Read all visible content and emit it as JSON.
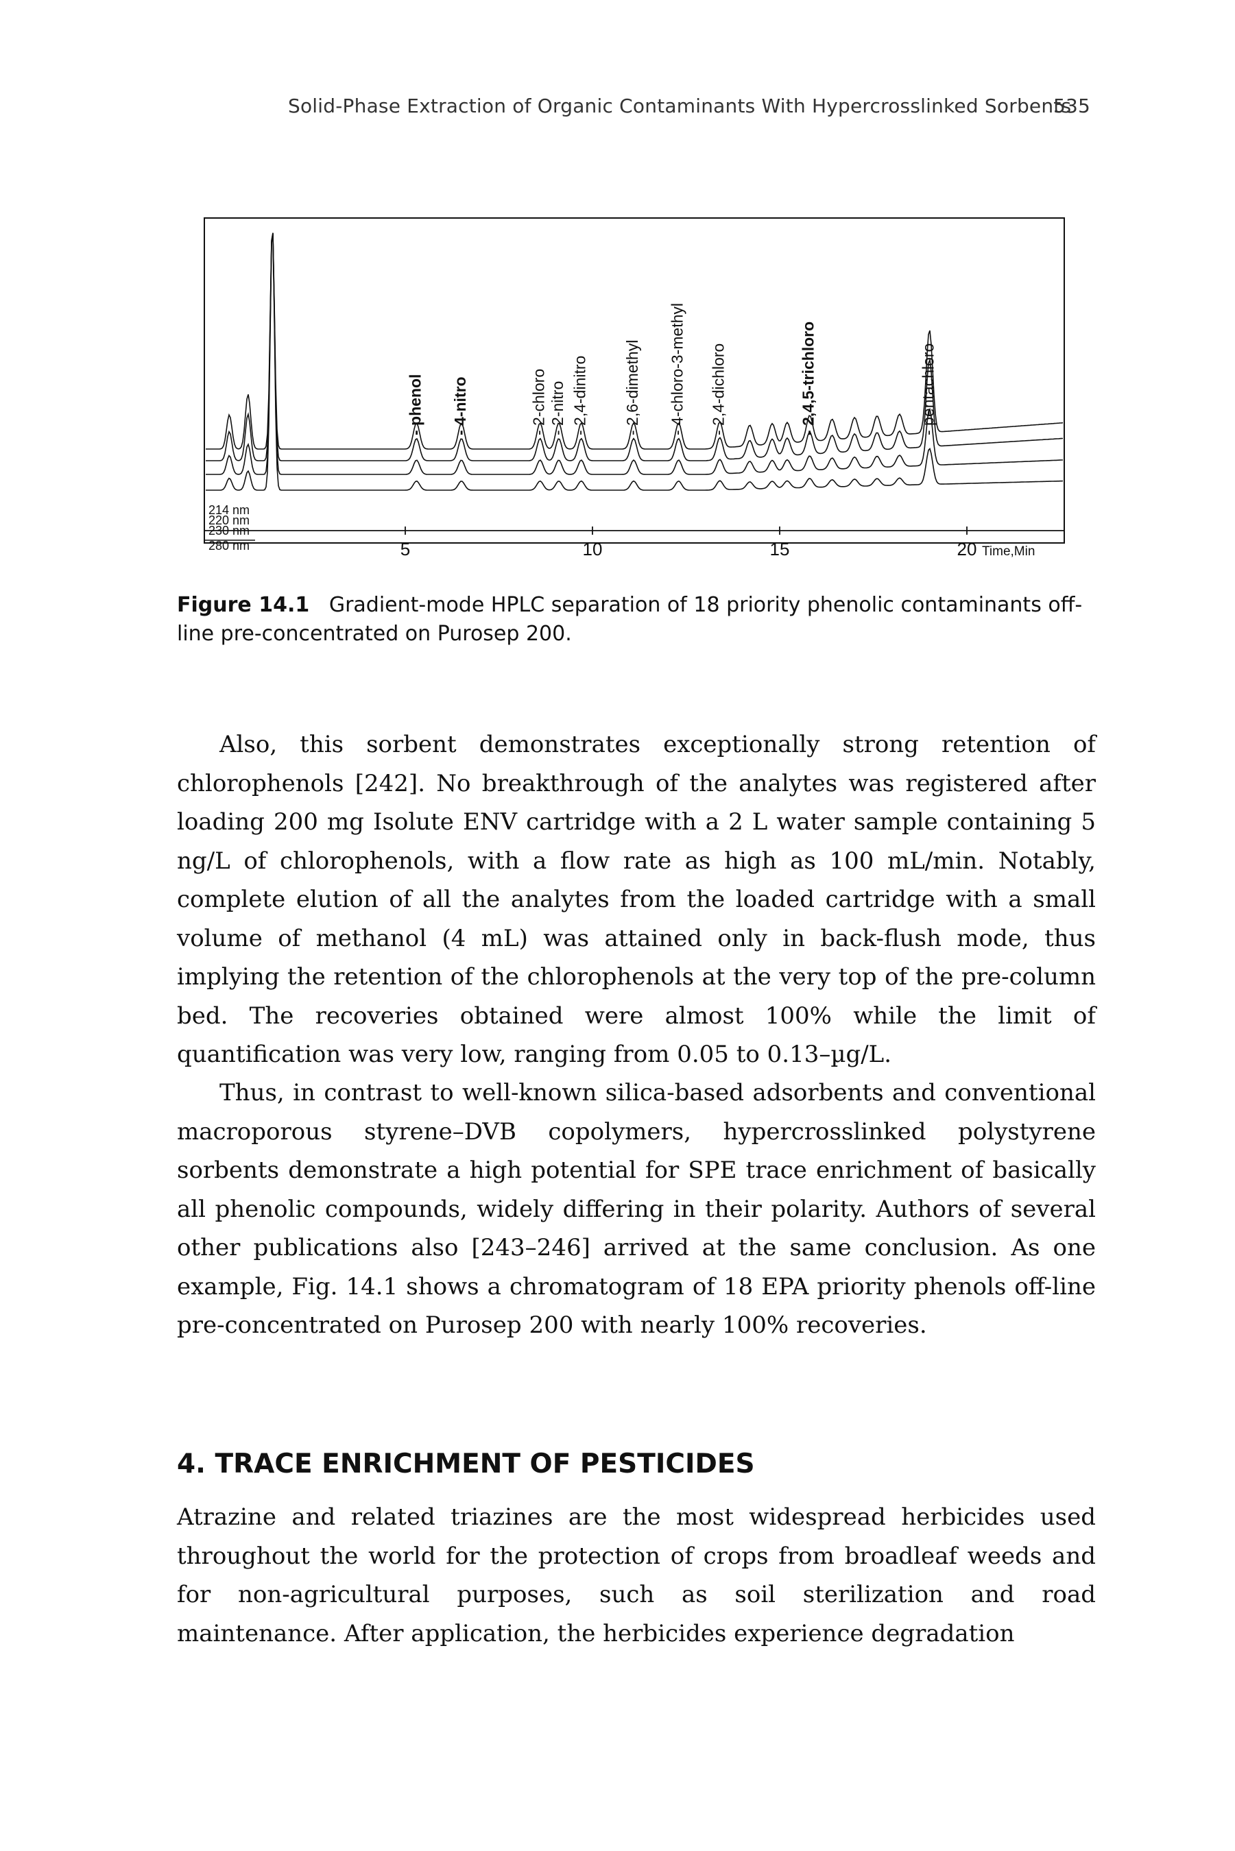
{
  "header": {
    "running_title": "Solid-Phase Extraction of Organic Contaminants With Hypercrosslinked Sorbents",
    "page_number": "535"
  },
  "figure": {
    "caption_label": "Figure 14.1",
    "caption_text": "Gradient-mode HPLC separation of 18 priority phenolic contaminants off-line pre-concentrated on Purosep 200.",
    "chart_data": {
      "type": "line",
      "x_ticks": [
        "5",
        "10",
        "15",
        "20"
      ],
      "x_axis_label": "Time,Min",
      "xlim": [
        0,
        22
      ],
      "wavelength_labels": [
        "214 nm",
        "220 nm",
        "230 nm",
        "280 nm"
      ],
      "peak_labels": [
        {
          "label": "- phenol",
          "time": 5.3
        },
        {
          "label": "- 4-nitro",
          "time": 6.5
        },
        {
          "label": "- 2-chloro",
          "time": 8.6
        },
        {
          "label": "- 2-nitro",
          "time": 9.1
        },
        {
          "label": "- 2,4-dinitro",
          "time": 9.7
        },
        {
          "label": "- 2,6-dimethyl",
          "time": 11.1
        },
        {
          "label": "- 4-chloro-3-methyl",
          "time": 12.3
        },
        {
          "label": "- 2,4-dichloro",
          "time": 13.4
        },
        {
          "label": "- 2,4,5-trichloro",
          "time": 15.8
        },
        {
          "label": "- pentachloro",
          "time": 19.0
        }
      ]
    }
  },
  "paragraphs": [
    "Also, this sorbent demonstrates exceptionally strong retention of chlorophenols [242]. No breakthrough of the analytes was registered after loading 200 mg Isolute ENV cartridge with a 2 L water sample containing 5 ng/L of chlorophenols, with a flow rate as high as 100 mL/min. Notably, complete elution of all the analytes from the loaded cartridge with a small volume of methanol (4 mL) was attained only in back-flush mode, thus implying the retention of the chlorophenols at the very top of the pre-column bed. The recoveries obtained were almost 100% while the limit of quantification was very low, ranging from 0.05 to 0.13–µg/L.",
    "Thus, in contrast to well-known silica-based adsorbents and conventional macroporous styrene–DVB copolymers, hypercrosslinked polystyrene sorbents demonstrate a high potential for SPE trace enrichment of basically all phenolic compounds, widely differing in their polarity. Authors of several other publications also [243–246] arrived at the same conclusion. As one example, Fig. 14.1 shows a chromatogram of 18 EPA priority phenols off-line pre-concentrated on Purosep 200 with nearly 100% recoveries."
  ],
  "section": {
    "heading": "4. TRACE ENRICHMENT OF PESTICIDES",
    "paragraph": "Atrazine and related triazines are the most widespread herbicides used throughout the world for the protection of crops from broadleaf weeds and for non-agricultural purposes, such as soil sterilization and road maintenance. After application, the herbicides experience degradation"
  }
}
